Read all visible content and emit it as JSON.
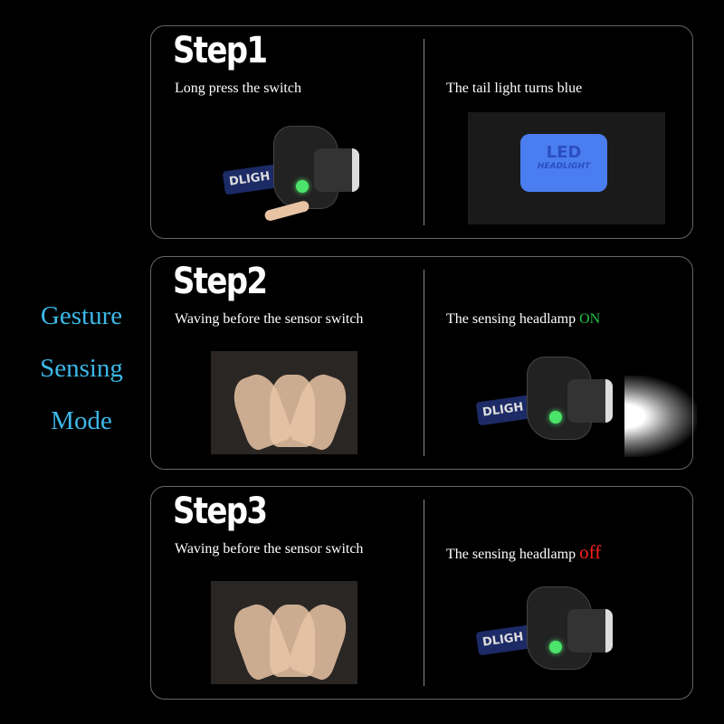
{
  "mode_label": [
    "Gesture",
    "Sensing",
    "Mode"
  ],
  "steps": [
    {
      "title": "Step1",
      "left_caption": "Long press the switch",
      "right_caption": "The tail light turns blue",
      "led_text": "LED",
      "led_subtext": "HEADLIGHT",
      "band_text": "DLIGH"
    },
    {
      "title": "Step2",
      "left_caption": "Waving before the sensor switch",
      "right_caption": "The sensing headlamp",
      "status": "ON",
      "status_color": "#22c443",
      "band_text": "DLIGH"
    },
    {
      "title": "Step3",
      "left_caption": "Waving before the sensor switch",
      "right_caption": "The sensing headlamp",
      "status": "off",
      "status_color": "#ff2020",
      "band_text": "DLIGH"
    }
  ]
}
